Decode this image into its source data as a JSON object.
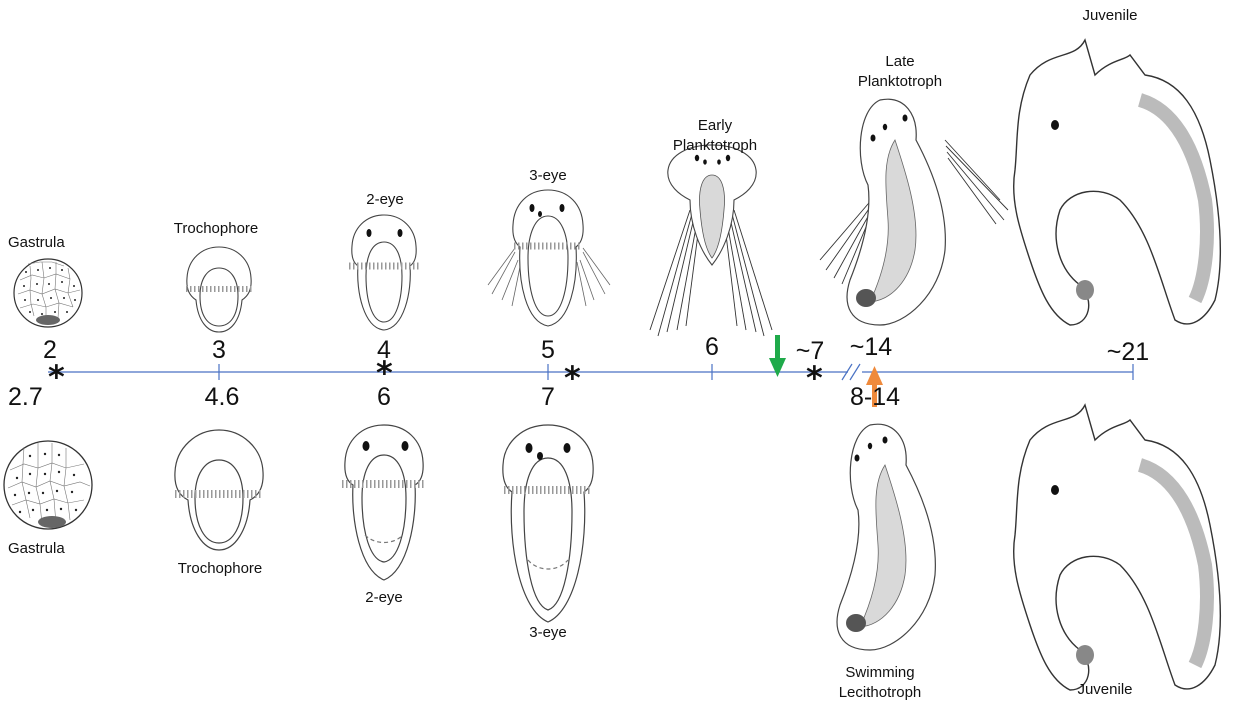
{
  "top_labels": {
    "gastrula": "Gastrula",
    "trochophore": "Trochophore",
    "two_eye": "2-eye",
    "three_eye": "3-eye",
    "early_planktotroph": [
      "Early",
      "Planktotroph"
    ],
    "late_planktotroph": [
      "Late",
      "Planktotroph"
    ],
    "juvenile": "Juvenile"
  },
  "bottom_labels": {
    "gastrula": "Gastrula",
    "trochophore": "Trochophore",
    "two_eye": "2-eye",
    "three_eye": "3-eye",
    "swimming_lecithotroph": [
      "Swimming",
      "Lecithotroph"
    ],
    "juvenile": "Juvenile"
  },
  "timeline_top_values": [
    "2",
    "3",
    "4",
    "5",
    "6",
    "~7",
    "~14",
    "~21"
  ],
  "timeline_bottom_values": [
    "2.7",
    "4.6",
    "6",
    "7",
    "8-14"
  ],
  "colors": {
    "axis": "#4a72c4",
    "green_arrow": "#1faa4a",
    "orange_arrow": "#ef8a3c",
    "body_fill": "#d9d9d9",
    "outline": "#333333"
  },
  "icons": [
    "asterisk",
    "down-arrow",
    "up-arrow",
    "axis-break"
  ]
}
